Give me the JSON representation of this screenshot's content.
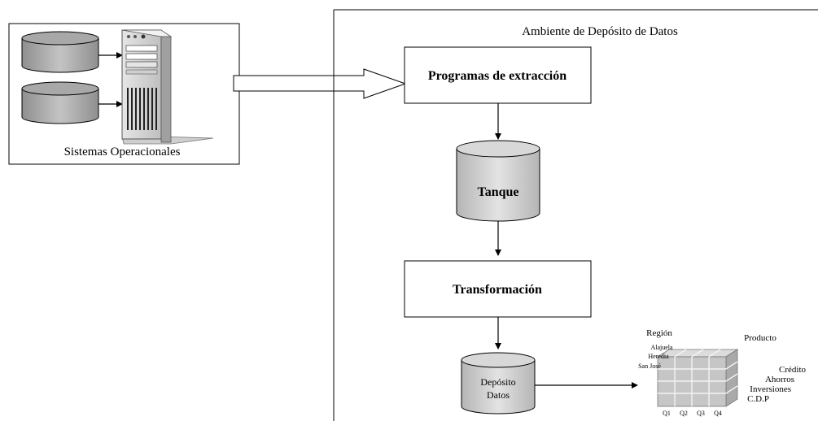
{
  "source": {
    "title": "Sistemas Operacionales"
  },
  "environment": {
    "title": "Ambiente de Depósito de Datos"
  },
  "steps": {
    "extraction": "Programas de extracción",
    "tank": "Tanque",
    "transformation": "Transformación",
    "warehouse_line1": "Depósito",
    "warehouse_line2": "Datos"
  },
  "cube": {
    "region_title": "Región",
    "regions": [
      "Alajuela",
      "Heredia",
      "San José"
    ],
    "product_title": "Producto",
    "products": [
      "Crédito",
      "Ahorros",
      "Inversiones",
      "C.D.P"
    ],
    "quarters": [
      "Q1",
      "Q2",
      "Q3",
      "Q4"
    ]
  }
}
